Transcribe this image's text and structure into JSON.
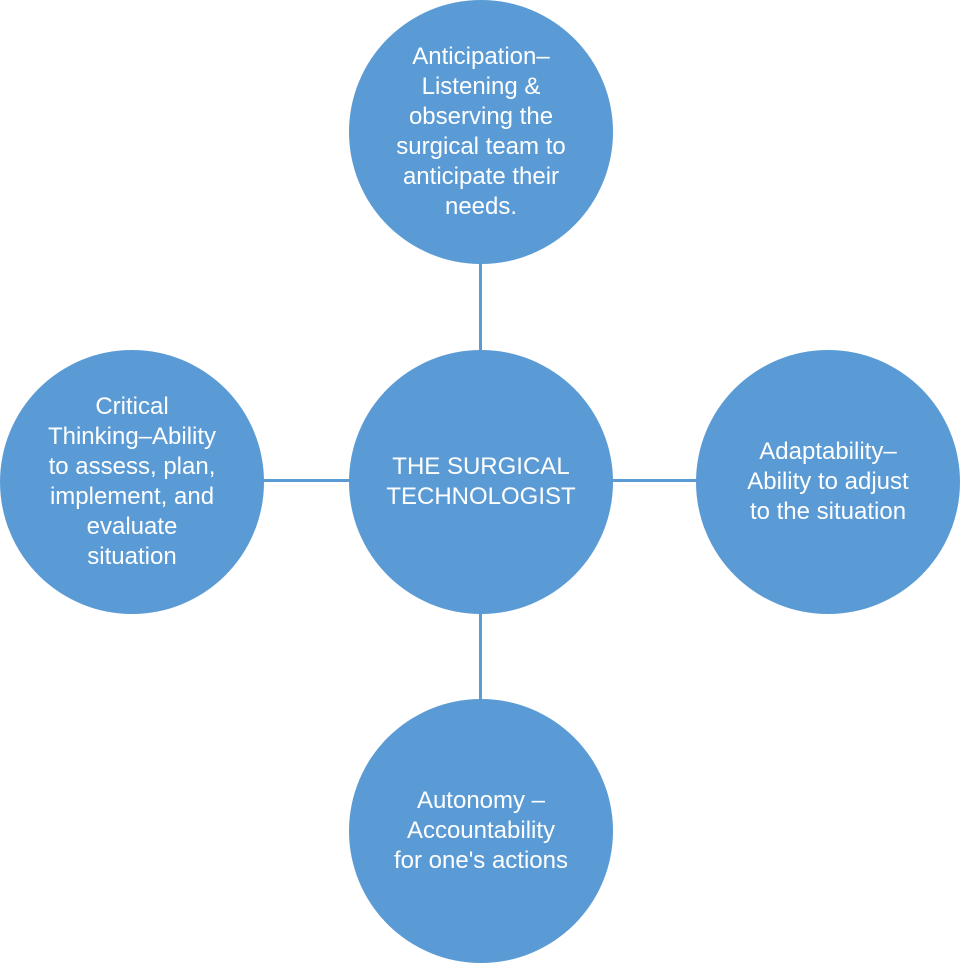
{
  "diagram": {
    "center": {
      "text": "THE SURGICAL\nTECHNOLOGIST"
    },
    "top": {
      "text": "Anticipation–\nListening &\nobserving the\nsurgical team to\nanticipate their\nneeds."
    },
    "left": {
      "text": "Critical\nThinking–Ability\nto assess, plan,\nimplement, and\nevaluate\nsituation"
    },
    "right": {
      "text": "Adaptability–\nAbility to adjust\nto the situation"
    },
    "bottom": {
      "text": "Autonomy –\nAccountability\nfor one's actions"
    }
  }
}
